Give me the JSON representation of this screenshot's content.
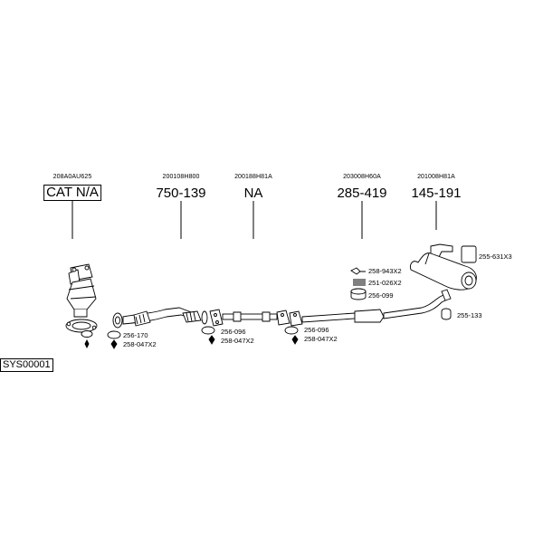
{
  "groups": [
    {
      "code": "208A0AU625",
      "part": "CAT N/A"
    },
    {
      "code": "200108H800",
      "part": "750-139"
    },
    {
      "code": "200188H81A",
      "part": "NA"
    },
    {
      "code": "203008H60A",
      "part": "285-419"
    },
    {
      "code": "201008H81A",
      "part": "145-191"
    }
  ],
  "labels": {
    "cat_gasket": "256-170",
    "cat_bolts": "258-047X2",
    "mid_gasket": "256-096",
    "mid_bolts": "258-047X2",
    "pipe_gasket": "256-096",
    "pipe_bolts": "258-047X2",
    "bolt_kit": "258-943X2",
    "spring": "251-026X2",
    "ring": "256-099",
    "rear_mount": "255-133",
    "hanger": "255-631X3"
  },
  "diagram_id": "SYS00001"
}
